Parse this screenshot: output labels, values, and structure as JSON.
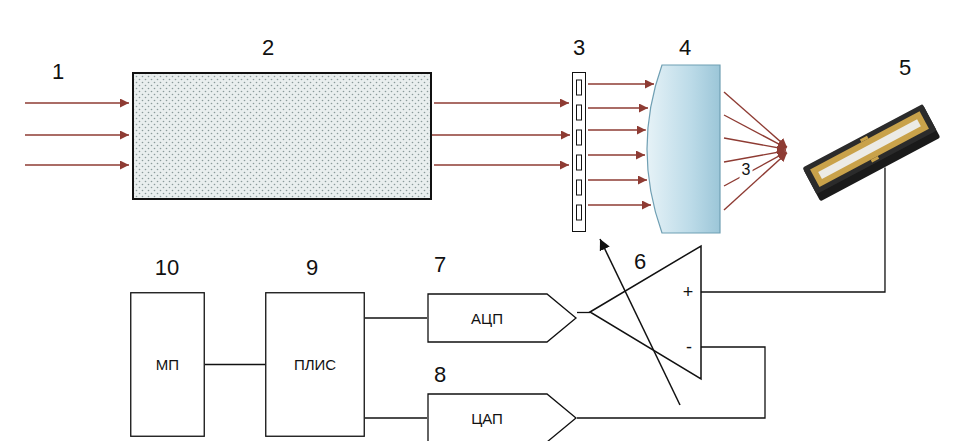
{
  "diagram": {
    "nodes": [
      {
        "text": [
          "2"
        ]
      },
      {
        "text": [
          "3"
        ]
      },
      {
        "text": [
          "4"
        ]
      },
      {
        "text": [
          "5"
        ]
      },
      {
        "text": [
          "6",
          "+",
          "-"
        ]
      },
      {
        "text": [
          "7",
          "АЦП"
        ]
      },
      {
        "text": [
          "8",
          "ЦАП"
        ]
      },
      {
        "text": [
          "9",
          "ПЛИС"
        ]
      },
      {
        "text": [
          "10",
          "МП"
        ]
      }
    ],
    "edges": [
      {
        "from": 0,
        "to": 1,
        "arrow": "to"
      },
      {
        "from": 1,
        "to": 2,
        "arrow": "to"
      },
      {
        "from": 3,
        "to": 4,
        "arrow": "none"
      },
      {
        "from": 4,
        "to": 5,
        "arrow": "none"
      },
      {
        "from": 6,
        "to": 4,
        "arrow": "none"
      },
      {
        "from": 7,
        "to": 5,
        "arrow": "none"
      },
      {
        "from": 7,
        "to": 6,
        "arrow": "none"
      },
      {
        "from": 8,
        "to": 7,
        "arrow": "none"
      }
    ],
    "labels": [
      "1",
      "3"
    ]
  }
}
